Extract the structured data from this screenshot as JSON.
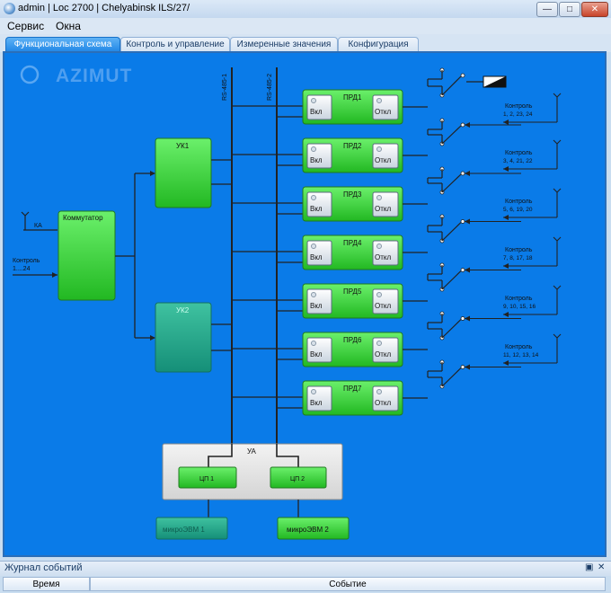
{
  "window": {
    "title": "admin | Loc 2700 | Chelyabinsk ILS/27/",
    "minimize": "—",
    "maximize": "□",
    "close": "✕"
  },
  "menu": [
    "Сервис",
    "Окна"
  ],
  "tabs": [
    "Функциональная схема",
    "Контроль и управление",
    "Измеренные значения",
    "Конфигурация"
  ],
  "logo": "AZIMUT",
  "bus_labels": [
    "RS-485-1",
    "RS-485-2"
  ],
  "kommutator": {
    "label": "Коммутатор",
    "input_ka": "КА",
    "input_control": "Контроль\n1....24"
  },
  "uk": [
    "УК1",
    "УК2"
  ],
  "prd": [
    {
      "label": "ПРД1",
      "on": "Вкл",
      "off": "Откл"
    },
    {
      "label": "ПРД2",
      "on": "Вкл",
      "off": "Откл"
    },
    {
      "label": "ПРД3",
      "on": "Вкл",
      "off": "Откл"
    },
    {
      "label": "ПРД4",
      "on": "Вкл",
      "off": "Откл"
    },
    {
      "label": "ПРД5",
      "on": "Вкл",
      "off": "Откл"
    },
    {
      "label": "ПРД6",
      "on": "Вкл",
      "off": "Откл"
    },
    {
      "label": "ПРД7",
      "on": "Вкл",
      "off": "Откл"
    }
  ],
  "control_labels": [
    {
      "title": "Контроль",
      "nums": "1, 2, 23, 24"
    },
    {
      "title": "Контроль",
      "nums": "3, 4, 21, 22"
    },
    {
      "title": "Контроль",
      "nums": "5, 6, 19, 20"
    },
    {
      "title": "Контроль",
      "nums": "7, 8, 17, 18"
    },
    {
      "title": "Контроль",
      "nums": "9, 10, 15, 16"
    },
    {
      "title": "Контроль",
      "nums": "11, 12, 13, 14"
    }
  ],
  "ua": {
    "label": "УА",
    "cp1": "ЦП 1",
    "cp2": "ЦП 2"
  },
  "micro": [
    "микроЭВМ 1",
    "микроЭВМ 2"
  ],
  "events": {
    "title": "Журнал событий",
    "col_time": "Время",
    "col_event": "Событие",
    "pin": "▣",
    "close": "✕"
  },
  "colors": {
    "panel": "#0a7be8",
    "block_green": "#3ed23e",
    "block_dim": "#1fa88a",
    "line": "#222222"
  }
}
